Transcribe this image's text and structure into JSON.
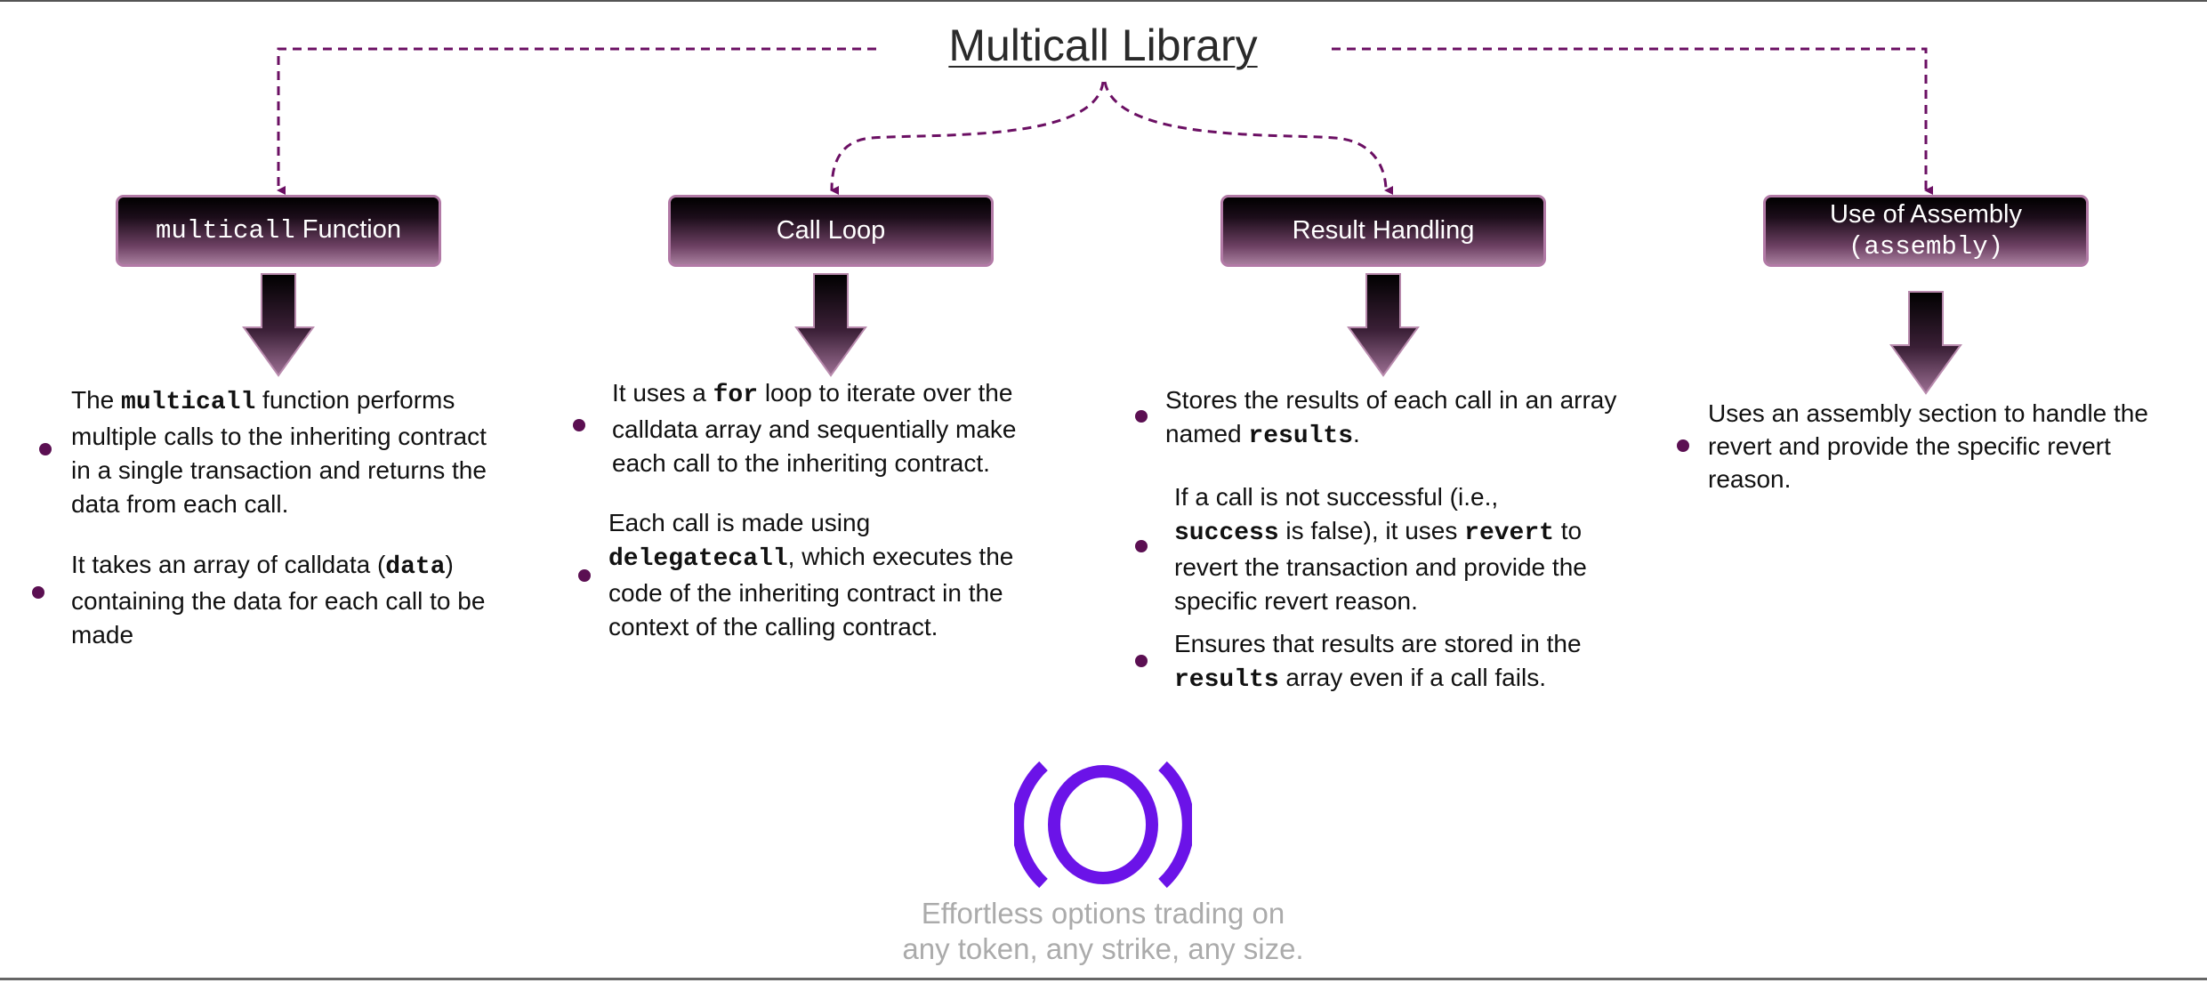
{
  "title": "Multicall Library",
  "nodes": [
    {
      "code": "multicall",
      "label": " Function"
    },
    {
      "label": "Call Loop"
    },
    {
      "label": "Result Handling"
    },
    {
      "label": "Use of Assembly",
      "code": "(assembly)"
    }
  ],
  "columns": [
    {
      "bullets": [
        {
          "pre": "The ",
          "code": "multicall",
          "post": " function performs multiple calls to the inheriting contract in a single transaction and returns the data from each call."
        },
        {
          "pre": "It takes an array of calldata (",
          "code": "data",
          "post": ") containing the data for each call to be made"
        }
      ]
    },
    {
      "bullets": [
        {
          "pre": "It uses a ",
          "code": "for",
          "post": " loop to iterate over the calldata array and sequentially make each call to the inheriting contract."
        },
        {
          "pre": "Each call is made using ",
          "code": "delegatecall",
          "post": ", which executes the code of the inheriting contract in the context of the calling contract."
        }
      ]
    },
    {
      "bullets": [
        {
          "pre": "Stores the results of each call in an array named ",
          "code": "results",
          "post": "."
        },
        {
          "pre": "If a call is not successful (i.e., ",
          "code": "success",
          "mid": " is false), it uses ",
          "code2": "revert",
          "post": " to revert the transaction and provide the specific revert reason."
        },
        {
          "pre": "Ensures that results are stored in the ",
          "code": "results",
          "post": " array even if a call fails."
        }
      ]
    },
    {
      "bullets": [
        {
          "pre": "Uses an assembly section to handle the revert and provide the specific revert reason."
        }
      ]
    }
  ],
  "tagline": [
    "Effortless options trading on",
    "any token, any strike, any size."
  ],
  "colors": {
    "accent": "#6b0f63",
    "bullet": "#5b0f52",
    "logo": "#6b13e8",
    "tagline": "#ababab"
  },
  "logo_icon": "ring-logo-icon"
}
